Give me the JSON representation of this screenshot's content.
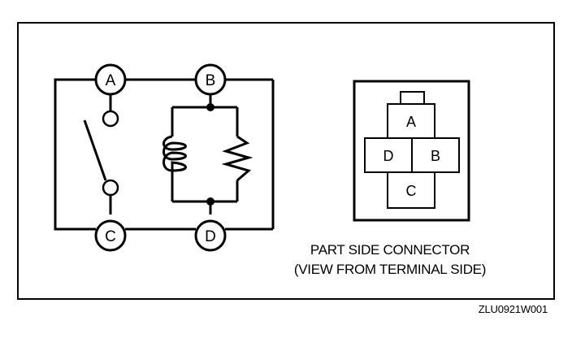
{
  "circuit": {
    "terminals": [
      "A",
      "B",
      "C",
      "D"
    ]
  },
  "connector": {
    "pins": [
      "A",
      "D",
      "B",
      "C"
    ],
    "caption_line1": "PART SIDE CONNECTOR",
    "caption_line2": "(VIEW FROM TERMINAL SIDE)"
  },
  "figure_code": "ZLU0921W001"
}
